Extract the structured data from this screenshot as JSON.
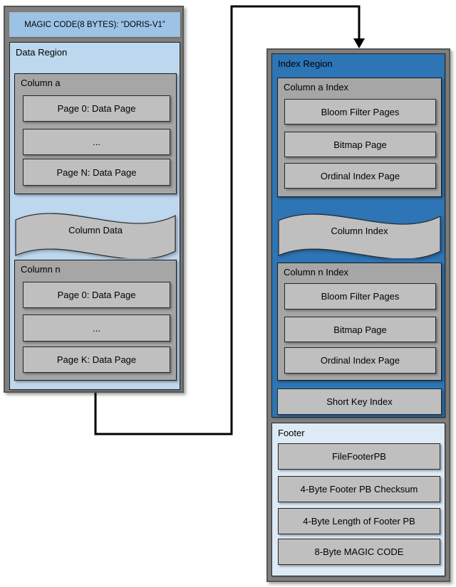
{
  "colors": {
    "frame_gray": "#7F7F7F",
    "magic_blue": "#9CC3E6",
    "data_region_blue": "#BDD7EE",
    "index_region_blue": "#2E75B6",
    "footer_blue": "#DEEBF7",
    "group_gray": "#A6A6A6",
    "box_gray": "#BFBFBF",
    "connector_black": "#000000"
  },
  "left": {
    "magic_code_label": "MAGIC CODE(8 BYTES):  “DORIS-V1”",
    "data_region": {
      "label": "Data Region",
      "column_a": {
        "label": "Column a",
        "pages": [
          "Page 0: Data Page",
          "...",
          "Page N: Data Page"
        ]
      },
      "wave_label": "Column Data",
      "column_n": {
        "label": "Column n",
        "pages": [
          "Page 0: Data Page",
          "...",
          "Page K: Data Page"
        ]
      }
    }
  },
  "right": {
    "index_region": {
      "label": "Index Region",
      "column_a_index": {
        "label": "Column a Index",
        "pages": [
          "Bloom Filter Pages",
          "Bitmap Page",
          "Ordinal Index Page"
        ]
      },
      "wave_label": "Column Index",
      "column_n_index": {
        "label": "Column n Index",
        "pages": [
          "Bloom Filter Pages",
          "Bitmap Page",
          "Ordinal Index Page"
        ]
      },
      "short_key_index_label": "Short Key Index"
    },
    "footer": {
      "label": "Footer",
      "items": [
        "FileFooterPB",
        "4-Byte Footer PB Checksum",
        "4-Byte Length of Footer PB",
        "8-Byte MAGIC CODE"
      ]
    }
  }
}
